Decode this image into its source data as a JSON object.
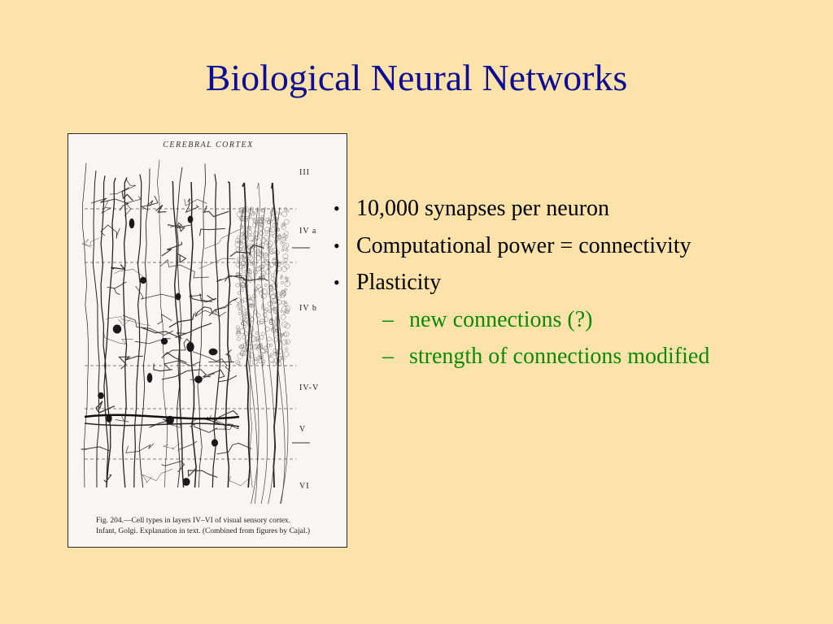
{
  "slide": {
    "title": "Biological Neural Networks"
  },
  "figure": {
    "heading": "CEREBRAL CORTEX",
    "layers": [
      "III",
      "IV a",
      "IV b",
      "IV-V",
      "V",
      "VI"
    ],
    "caption_line1": "Fig. 204.—Cell types in layers IV–VI of visual sensory cortex.",
    "caption_line2": "Infant, Golgi. Explanation in text. (Combined from figures by Cajal.)"
  },
  "bullets": [
    {
      "text": "10,000 synapses per neuron"
    },
    {
      "text": "Computational power = connectivity"
    },
    {
      "text": "Plasticity",
      "sub": [
        "new connections (?)",
        "strength of connections modified"
      ]
    }
  ],
  "colors": {
    "background": "#fde2aa",
    "title": "#0c0c96",
    "subbullet": "#0a8a0a"
  }
}
